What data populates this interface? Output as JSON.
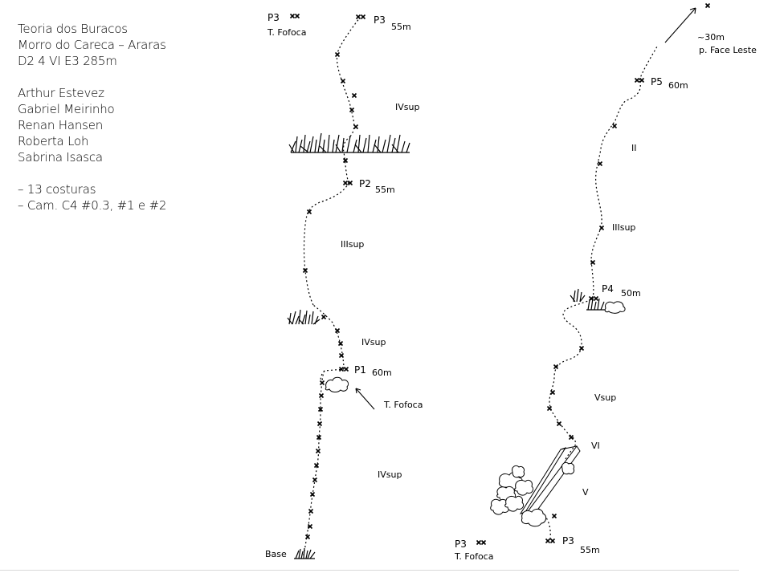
{
  "info": {
    "title": "Teoria dos Buracos",
    "location": "Morro do Careca – Araras",
    "grade": "D2 4 VI E3 285m",
    "climbers": [
      "Arthur Estevez",
      "Gabriel Meirinho",
      "Renan Hansen",
      "Roberta Loh",
      "Sabrina Isasca"
    ],
    "gear": [
      "– 13 costuras",
      "– Cam. C4 #0.3, #1 e #2"
    ]
  },
  "left_topo": {
    "base_label": "Base",
    "p1": {
      "name": "P1",
      "length": "60m"
    },
    "p2": {
      "name": "P2",
      "length": "55m"
    },
    "p3_top": {
      "name": "P3",
      "length": "55m"
    },
    "p3_side": {
      "name": "P3",
      "variant": "T. Fofoca"
    },
    "grade_pitch1": "IVsup",
    "grade_pitch1_upper": "IVsup",
    "grade_pitch2": "IIIsup",
    "grade_pitch3": "IVsup",
    "fofoca_label": "T. Fofoca"
  },
  "right_topo": {
    "p3_bottom": {
      "name": "P3",
      "length": "55m"
    },
    "p3_side": {
      "name": "P3",
      "variant": "T. Fofoca"
    },
    "p4": {
      "name": "P4",
      "length": "50m"
    },
    "p5": {
      "name": "P5",
      "length": "60m"
    },
    "grade_v": "V",
    "grade_vi": "VI",
    "grade_vsup": "Vsup",
    "grade_iiisup": "IIIsup",
    "grade_ii": "II",
    "exit_length": "~30m",
    "exit_note": "p. Face Leste"
  }
}
